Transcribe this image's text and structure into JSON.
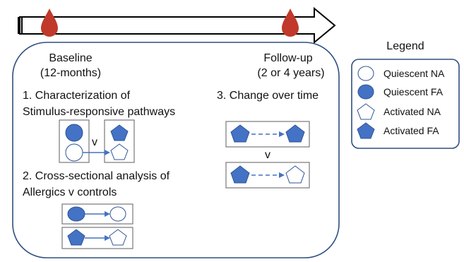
{
  "timeline": {
    "baseline_label": "Baseline",
    "baseline_sub": "(12-months)",
    "followup_label": "Follow-up",
    "followup_sub": "(2 or 4 years)"
  },
  "sections": {
    "s1_line1": "1. Characterization of",
    "s1_line2": "Stimulus-responsive pathways",
    "s1_versus": "v",
    "s2_line1": "2. Cross-sectional analysis of",
    "s2_line2": "Allergics v controls",
    "s3_title": "3. Change over time",
    "s3_versus": "v"
  },
  "legend": {
    "title": "Legend",
    "items": [
      {
        "label": "Quiescent NA",
        "shape": "circle",
        "filled": false
      },
      {
        "label": "Quiescent FA",
        "shape": "circle",
        "filled": true
      },
      {
        "label": "Activated NA",
        "shape": "pentagon",
        "filled": false
      },
      {
        "label": "Activated FA",
        "shape": "pentagon",
        "filled": true
      }
    ]
  },
  "colors": {
    "fill": "#4472C4",
    "stroke": "#2F5496",
    "arrow": "#4472C4",
    "drop": "#C0392B",
    "box": "#777777",
    "outline": "#2F4F7F"
  }
}
